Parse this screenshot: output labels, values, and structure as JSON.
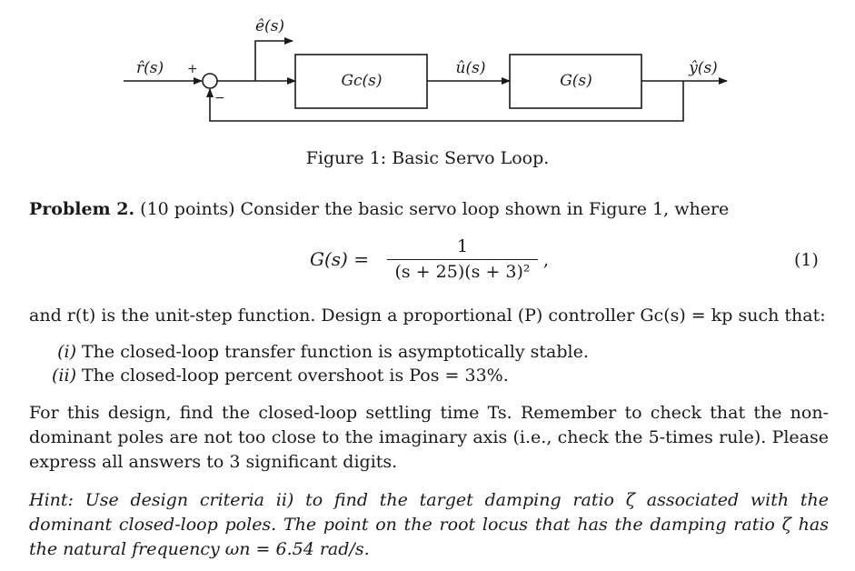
{
  "diagram": {
    "input_label": "r̂(s)",
    "error_label": "ê(s)",
    "controller_label": "Gc(s)",
    "control_label": "û(s)",
    "plant_label": "G(s)",
    "output_label": "ŷ(s)",
    "plus_sign": "+",
    "minus_sign": "−"
  },
  "figure_caption": "Figure 1: Basic Servo Loop.",
  "problem": {
    "heading": "Problem 2.",
    "intro": "(10 points) Consider the basic servo loop shown in Figure 1, where",
    "equation": {
      "lhs": "G(s) =",
      "numerator": "1",
      "denominator": "(s + 25)(s + 3)²",
      "trailing": ",",
      "number": "(1)"
    },
    "statement": "and r(t) is the unit-step function. Design a proportional (P) controller Gc(s) = kp such that:",
    "conditions": [
      {
        "label": "(i)",
        "text": "The closed-loop transfer function is asymptotically stable."
      },
      {
        "label": "(ii)",
        "text": "The closed-loop percent overshoot is Pos = 33%."
      }
    ],
    "task": "For this design, find the closed-loop settling time Ts. Remember to check that the non-dominant poles are not too close to the imaginary axis (i.e., check the 5-times rule). Please express all answers to 3 significant digits.",
    "hint": "Hint: Use design criteria ii) to find the target damping ratio ζ associated with the dominant closed-loop poles. The point on the root locus that has the damping ratio ζ has the natural frequency ωn = 6.54 rad/s."
  }
}
